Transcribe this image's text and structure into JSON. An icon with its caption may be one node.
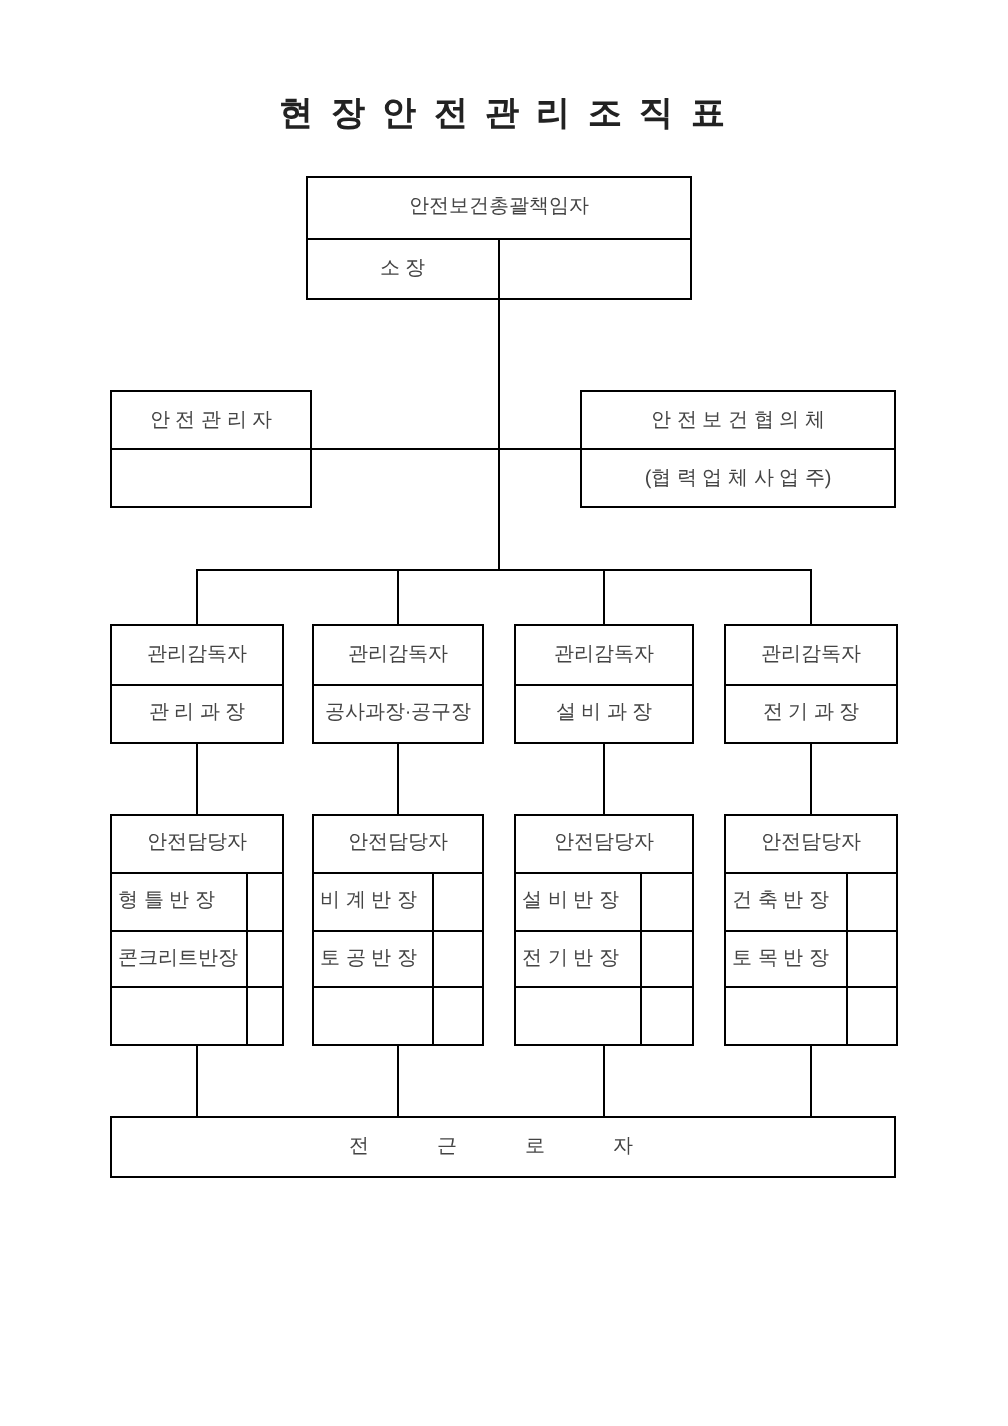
{
  "diagram": {
    "title": "현 장 안 전 관 리 조 직 표",
    "nodes": [
      {
        "text": [
          "안전보건총괄책임자",
          "소 장"
        ]
      },
      {
        "text": [
          "안 전 관 리 자"
        ]
      },
      {
        "text": [
          "안 전 보 건 협 의 체",
          "(협 력 업 체 사 업 주)"
        ]
      },
      {
        "text": [
          "관리감독자",
          "관 리 과 장"
        ]
      },
      {
        "text": [
          "관리감독자",
          "공사과장·공구장"
        ]
      },
      {
        "text": [
          "관리감독자",
          "설 비 과 장"
        ]
      },
      {
        "text": [
          "관리감독자",
          "전 기 과 장"
        ]
      },
      {
        "text": [
          "안전담당자",
          "형 틀 반 장",
          "콘크리트반장"
        ]
      },
      {
        "text": [
          "안전담당자",
          "비 계 반 장",
          "토 공 반 장"
        ]
      },
      {
        "text": [
          "안전담당자",
          "설 비 반 장",
          "전 기 반 장"
        ]
      },
      {
        "text": [
          "안전담당자",
          "건 축 반 장",
          "토 목 반 장"
        ]
      },
      {
        "text": [
          "전　근　로　자"
        ]
      }
    ],
    "edges": [
      {
        "from": 0,
        "to": 1,
        "arrow": "none"
      },
      {
        "from": 0,
        "to": 2,
        "arrow": "none"
      },
      {
        "from": 0,
        "to": 3,
        "arrow": "none"
      },
      {
        "from": 0,
        "to": 4,
        "arrow": "none"
      },
      {
        "from": 0,
        "to": 5,
        "arrow": "none"
      },
      {
        "from": 0,
        "to": 6,
        "arrow": "none"
      },
      {
        "from": 3,
        "to": 7,
        "arrow": "none"
      },
      {
        "from": 4,
        "to": 8,
        "arrow": "none"
      },
      {
        "from": 5,
        "to": 9,
        "arrow": "none"
      },
      {
        "from": 6,
        "to": 10,
        "arrow": "none"
      },
      {
        "from": 7,
        "to": 11,
        "arrow": "none"
      },
      {
        "from": 8,
        "to": 11,
        "arrow": "none"
      },
      {
        "from": 9,
        "to": 11,
        "arrow": "none"
      },
      {
        "from": 10,
        "to": 11,
        "arrow": "none"
      }
    ]
  }
}
